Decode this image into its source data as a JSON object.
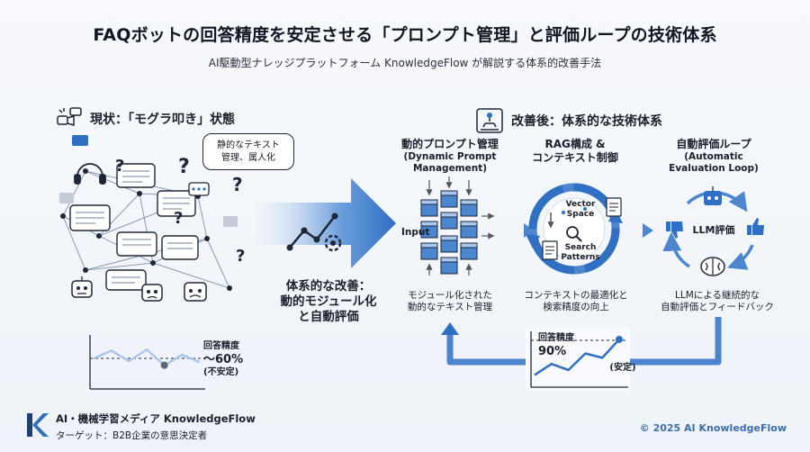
{
  "title": "FAQボットの回答精度を安定させる「プロンプト管理」と評価ループの技術体系",
  "subtitle": "AI駆動型ナレッジプラットフォーム KnowledgeFlow が解説する体系的改善手法",
  "left": {
    "heading": "現状：「モグラ叩き」状態",
    "callout_line1": "静的なテキスト",
    "callout_line2": "管理、属人化",
    "chart_label1": "回答精度",
    "chart_label2": "〜60%",
    "chart_label3": "(不安定)"
  },
  "middle": {
    "arrow_line1": "体系的な改善：",
    "arrow_line2": "動的モジュール化",
    "arrow_line3": "と自動評価"
  },
  "right": {
    "heading": "改善後：体系的な技術体系",
    "col1_title": "動的プロンプト管理",
    "col1_sub1": "(Dynamic Prompt",
    "col1_sub2": "Management)",
    "col1_input": "Input",
    "col1_caption1": "モジュール化された",
    "col1_caption2": "動的なテキスト管理",
    "col2_title1": "RAG構成 &",
    "col2_title2": "コンテキスト制御",
    "col2_vector1": "Vector",
    "col2_vector2": "Space",
    "col2_search1": "Search",
    "col2_search2": "Patterns",
    "col2_caption1": "コンテキストの最適化と",
    "col2_caption2": "検索精度の向上",
    "col3_title": "自動評価ループ",
    "col3_sub1": "(Automatic",
    "col3_sub2": "Evaluation Loop)",
    "col3_center": "LLM評価",
    "col3_caption1": "LLMによる継続的な",
    "col3_caption2": "自動評価とフィードバック",
    "chart_label1": "回答精度",
    "chart_label2": "90%",
    "chart_label3": "(安定)"
  },
  "footer": {
    "logo_letter": "K",
    "org": "AI・機械学習メディア KnowledgeFlow",
    "target": "ターゲット：B2B企業の意思決定者",
    "copyright": "© 2025 AI KnowledgeFlow"
  },
  "colors": {
    "accent": "#2f6fc4",
    "light_accent": "#a9c6ec",
    "dark": "#1e2738"
  },
  "chart_data": [
    {
      "type": "line",
      "series": [
        {
          "values": [
            0.55,
            0.7,
            0.5,
            0.72,
            0.42,
            0.62,
            0.48
          ]
        }
      ],
      "ylim": [
        0,
        1
      ]
    },
    {
      "type": "line",
      "series": [
        {
          "values": [
            0.2,
            0.38,
            0.28,
            0.55,
            0.48,
            0.78
          ]
        }
      ],
      "ylim": [
        0,
        1
      ]
    }
  ]
}
